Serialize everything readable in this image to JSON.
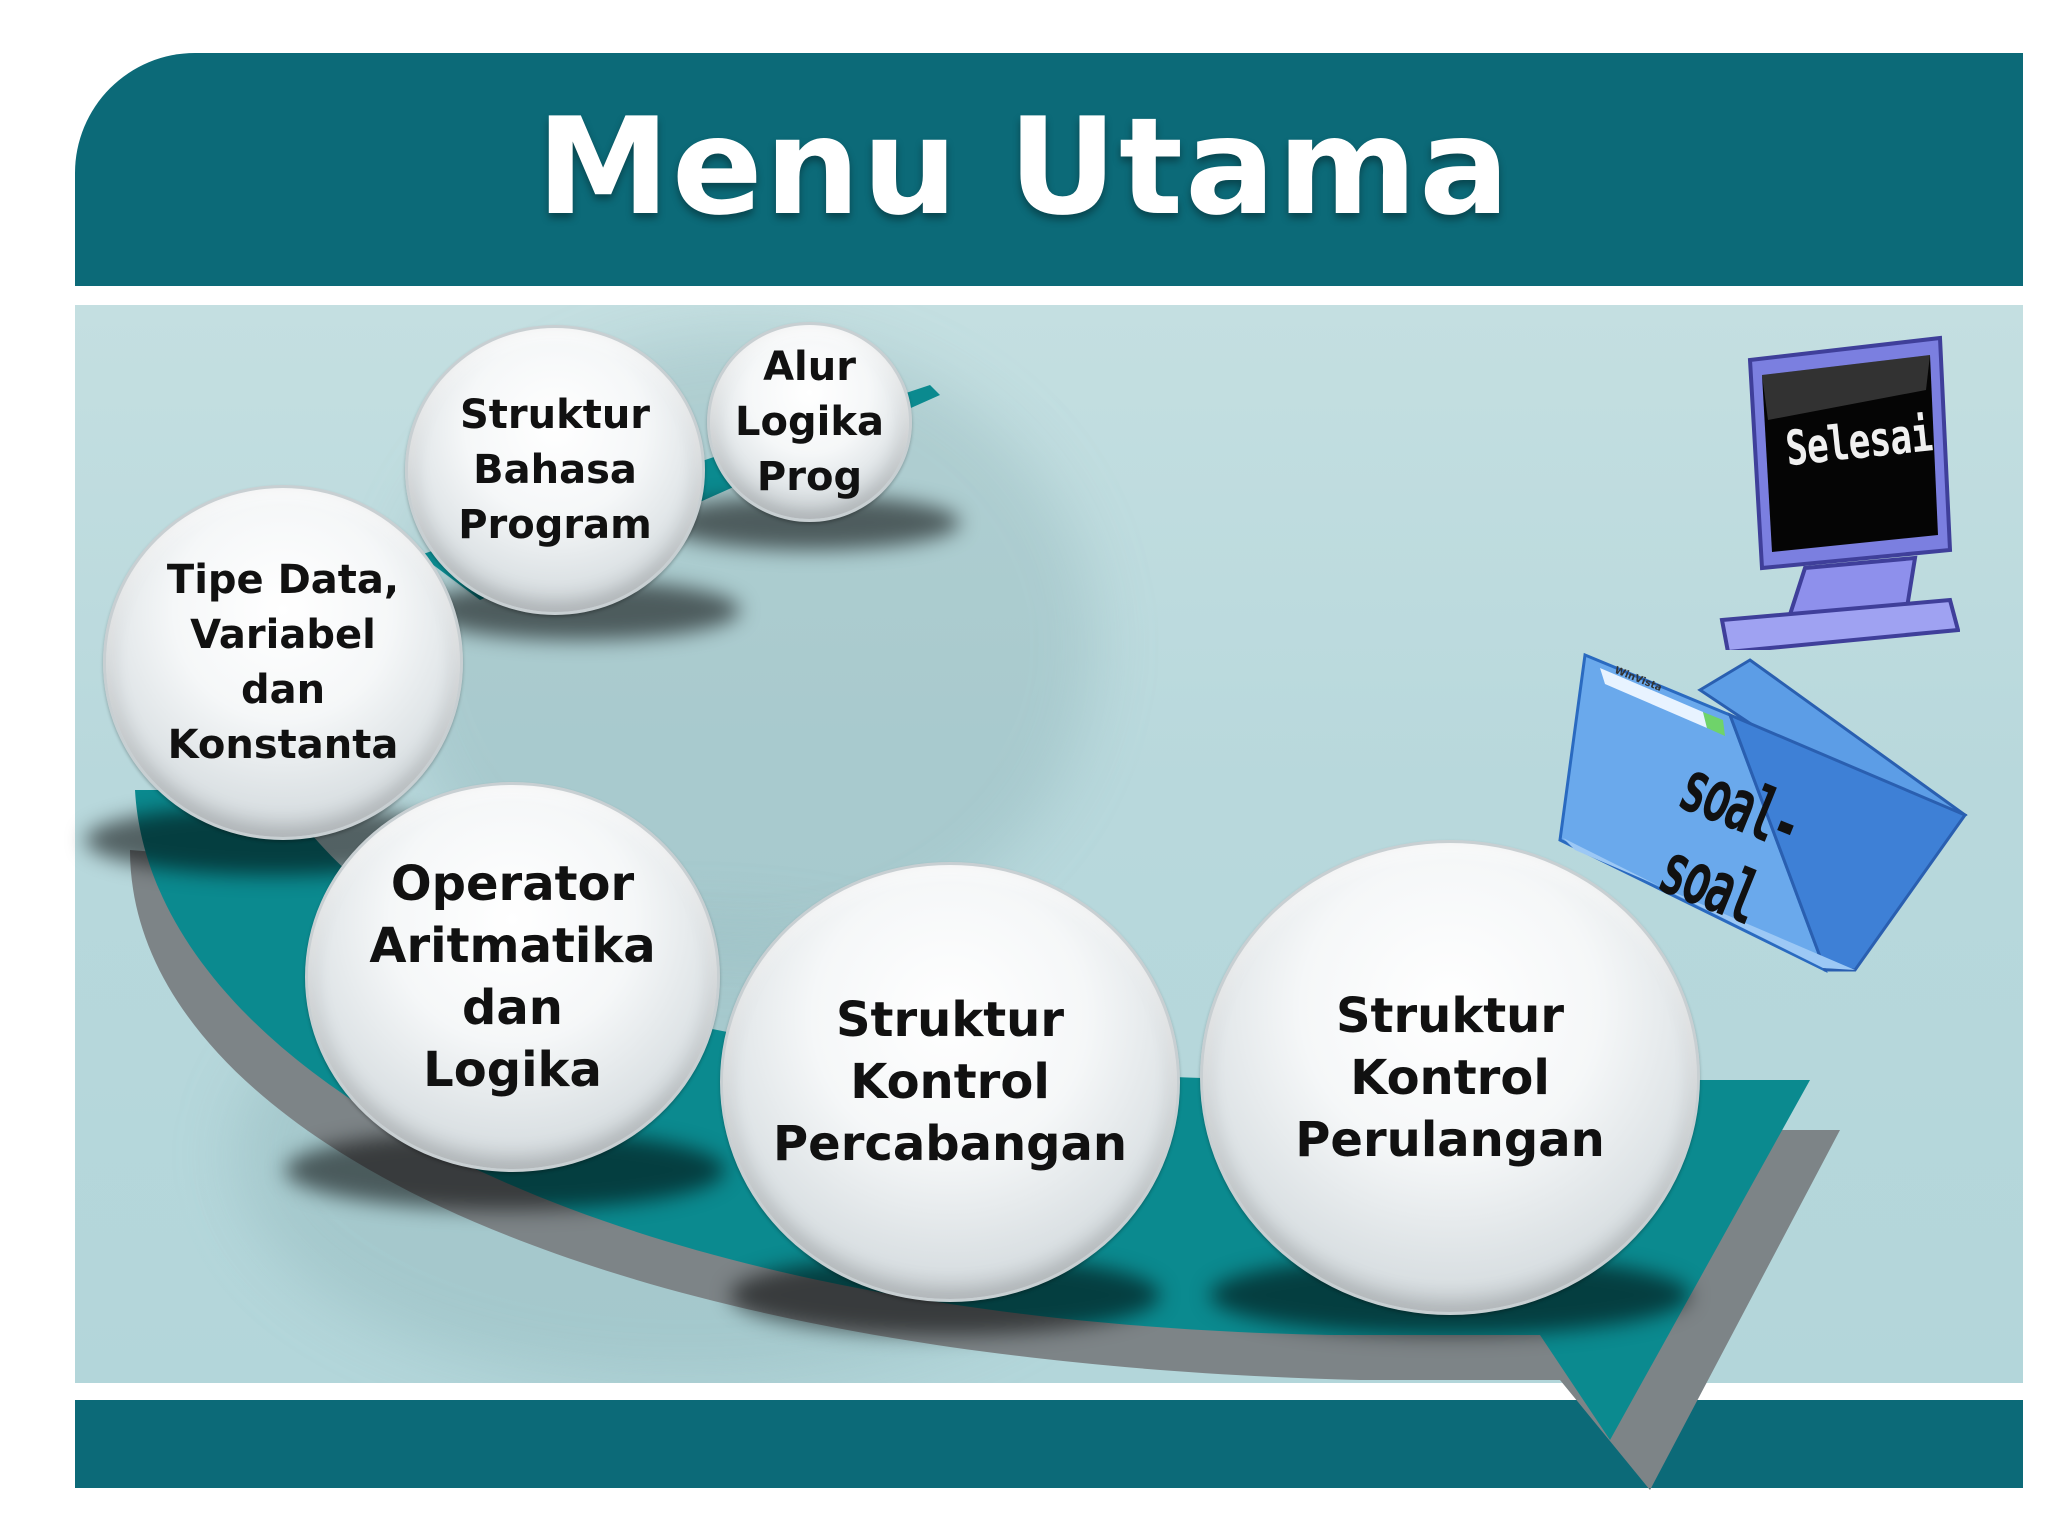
{
  "slide": {
    "title": "Menu Utama",
    "colors": {
      "header": "#0c6a78",
      "road_teal": "#0b8a8f",
      "road_shadow": "#7d8487",
      "background": "#bcdadd"
    }
  },
  "menu": {
    "items": [
      {
        "label": "Tipe Data,\nVariabel\ndan\nKonstanta"
      },
      {
        "label": "Struktur\nBahasa\nProgram"
      },
      {
        "label": "Alur\nLogika\nProg"
      },
      {
        "label": "Operator\nAritmatika\ndan\nLogika"
      },
      {
        "label": "Struktur\nKontrol\nPercabangan"
      },
      {
        "label": "Struktur\nKontrol\nPerulangan"
      }
    ]
  },
  "actions": {
    "finish": {
      "label": "Selesai",
      "icon": "monitor-icon"
    },
    "exercises": {
      "label": "soal-soal",
      "tab_text": "WinVista",
      "icon": "folder-icon"
    }
  }
}
